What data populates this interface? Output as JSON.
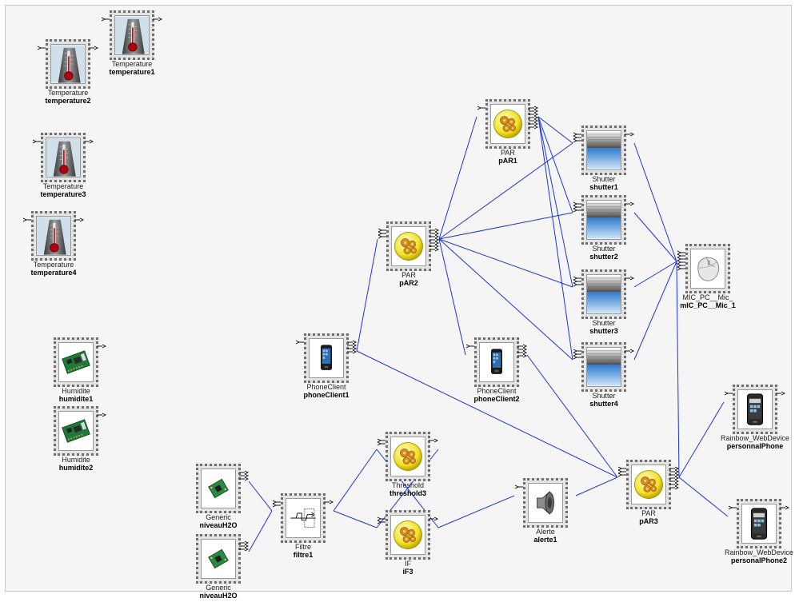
{
  "diagram": {
    "nodes": [
      {
        "id": "temperature1",
        "type": "Temperature",
        "name": "temperature1",
        "icon": "thermometer-icon",
        "ins": 1,
        "outs": 1
      },
      {
        "id": "temperature2",
        "type": "Temperature",
        "name": "temperature2",
        "icon": "thermometer-icon",
        "ins": 1,
        "outs": 1
      },
      {
        "id": "temperature3",
        "type": "Temperature",
        "name": "temperature3",
        "icon": "thermometer-icon",
        "ins": 1,
        "outs": 1
      },
      {
        "id": "temperature4",
        "type": "Temperature",
        "name": "temperature4",
        "icon": "thermometer-icon",
        "ins": 1,
        "outs": 1
      },
      {
        "id": "humidite1",
        "type": "Humidite",
        "name": "humidite1",
        "icon": "circuit-board-icon",
        "ins": 0,
        "outs": 1
      },
      {
        "id": "humidite2",
        "type": "Humidite",
        "name": "humidite2",
        "icon": "circuit-board-icon",
        "ins": 0,
        "outs": 1
      },
      {
        "id": "niveauH2O_a",
        "type": "Generic",
        "name": "niveauH2O",
        "icon": "sensor-chip-icon",
        "ins": 0,
        "outs": 3
      },
      {
        "id": "niveauH2O_b",
        "type": "Generic",
        "name": "niveauH2O",
        "icon": "sensor-chip-icon",
        "ins": 0,
        "outs": 3
      },
      {
        "id": "filtre1",
        "type": "Filtre",
        "name": "filtre1",
        "icon": "filter-icon",
        "ins": 2,
        "outs": 1
      },
      {
        "id": "threshold3",
        "type": "Threshold",
        "name": "threshold3",
        "icon": "gears-icon",
        "ins": 2,
        "outs": 1
      },
      {
        "id": "iF3",
        "type": "IF",
        "name": "iF3",
        "icon": "gears-icon",
        "ins": 2,
        "outs": 1
      },
      {
        "id": "alerte1",
        "type": "Alerte",
        "name": "alerte1",
        "icon": "speaker-icon",
        "ins": 1,
        "outs": 0
      },
      {
        "id": "phoneClient1",
        "type": "PhoneClient",
        "name": "phoneClient1",
        "icon": "phone-icon",
        "ins": 1,
        "outs": 4
      },
      {
        "id": "phoneClient2",
        "type": "PhoneClient",
        "name": "phoneClient2",
        "icon": "phone-icon",
        "ins": 1,
        "outs": 4
      },
      {
        "id": "pAR1",
        "type": "PAR",
        "name": "pAR1",
        "icon": "gears-icon",
        "ins": 1,
        "outs": 7
      },
      {
        "id": "pAR2",
        "type": "PAR",
        "name": "pAR2",
        "icon": "gears-icon",
        "ins": 3,
        "outs": 7
      },
      {
        "id": "pAR3",
        "type": "PAR",
        "name": "pAR3",
        "icon": "gears-icon",
        "ins": 3,
        "outs": 7
      },
      {
        "id": "shutter1",
        "type": "Shutter",
        "name": "shutter1",
        "icon": "shutter-icon",
        "ins": 3,
        "outs": 1
      },
      {
        "id": "shutter2",
        "type": "Shutter",
        "name": "shutter2",
        "icon": "shutter-icon",
        "ins": 3,
        "outs": 1
      },
      {
        "id": "shutter3",
        "type": "Shutter",
        "name": "shutter3",
        "icon": "shutter-icon",
        "ins": 3,
        "outs": 1
      },
      {
        "id": "shutter4",
        "type": "Shutter",
        "name": "shutter4",
        "icon": "shutter-icon",
        "ins": 3,
        "outs": 1
      },
      {
        "id": "mIC_PC__Mic_1",
        "type": "MIC_PC__Mic_",
        "name": "mIC_PC__Mic_1",
        "icon": "mouse-icon",
        "ins": 6,
        "outs": 0
      },
      {
        "id": "personnalPhone",
        "type": "Rainbow_WebDevice",
        "name": "personnalPhone",
        "icon": "smartphone-icon",
        "ins": 1,
        "outs": 1
      },
      {
        "id": "personalPhone2",
        "type": "Rainbow_WebDevice",
        "name": "personalPhone2",
        "icon": "smartphone-icon",
        "ins": 1,
        "outs": 1
      }
    ],
    "links": [
      [
        "pAR2",
        "pAR1"
      ],
      [
        "phoneClient1",
        "pAR2"
      ],
      [
        "pAR1",
        "shutter1"
      ],
      [
        "pAR1",
        "shutter2"
      ],
      [
        "pAR1",
        "shutter3"
      ],
      [
        "pAR1",
        "shutter4"
      ],
      [
        "pAR2",
        "shutter1"
      ],
      [
        "pAR2",
        "shutter2"
      ],
      [
        "pAR2",
        "shutter3"
      ],
      [
        "pAR2",
        "shutter4"
      ],
      [
        "shutter1",
        "mIC_PC__Mic_1"
      ],
      [
        "shutter2",
        "mIC_PC__Mic_1"
      ],
      [
        "shutter3",
        "mIC_PC__Mic_1"
      ],
      [
        "shutter4",
        "mIC_PC__Mic_1"
      ],
      [
        "pAR3",
        "mIC_PC__Mic_1"
      ],
      [
        "pAR2",
        "phoneClient2"
      ],
      [
        "phoneClient2",
        "pAR3"
      ],
      [
        "phoneClient1",
        "pAR3"
      ],
      [
        "pAR3",
        "personnalPhone"
      ],
      [
        "pAR3",
        "personalPhone2"
      ],
      [
        "alerte1",
        "pAR3"
      ],
      [
        "iF3",
        "alerte1"
      ],
      [
        "niveauH2O_a",
        "filtre1"
      ],
      [
        "niveauH2O_b",
        "filtre1"
      ],
      [
        "filtre1",
        "threshold3"
      ],
      [
        "filtre1",
        "iF3"
      ],
      [
        "threshold3",
        "iF3"
      ],
      [
        "iF3",
        "threshold3"
      ]
    ],
    "link_color": "#1f35d6"
  }
}
